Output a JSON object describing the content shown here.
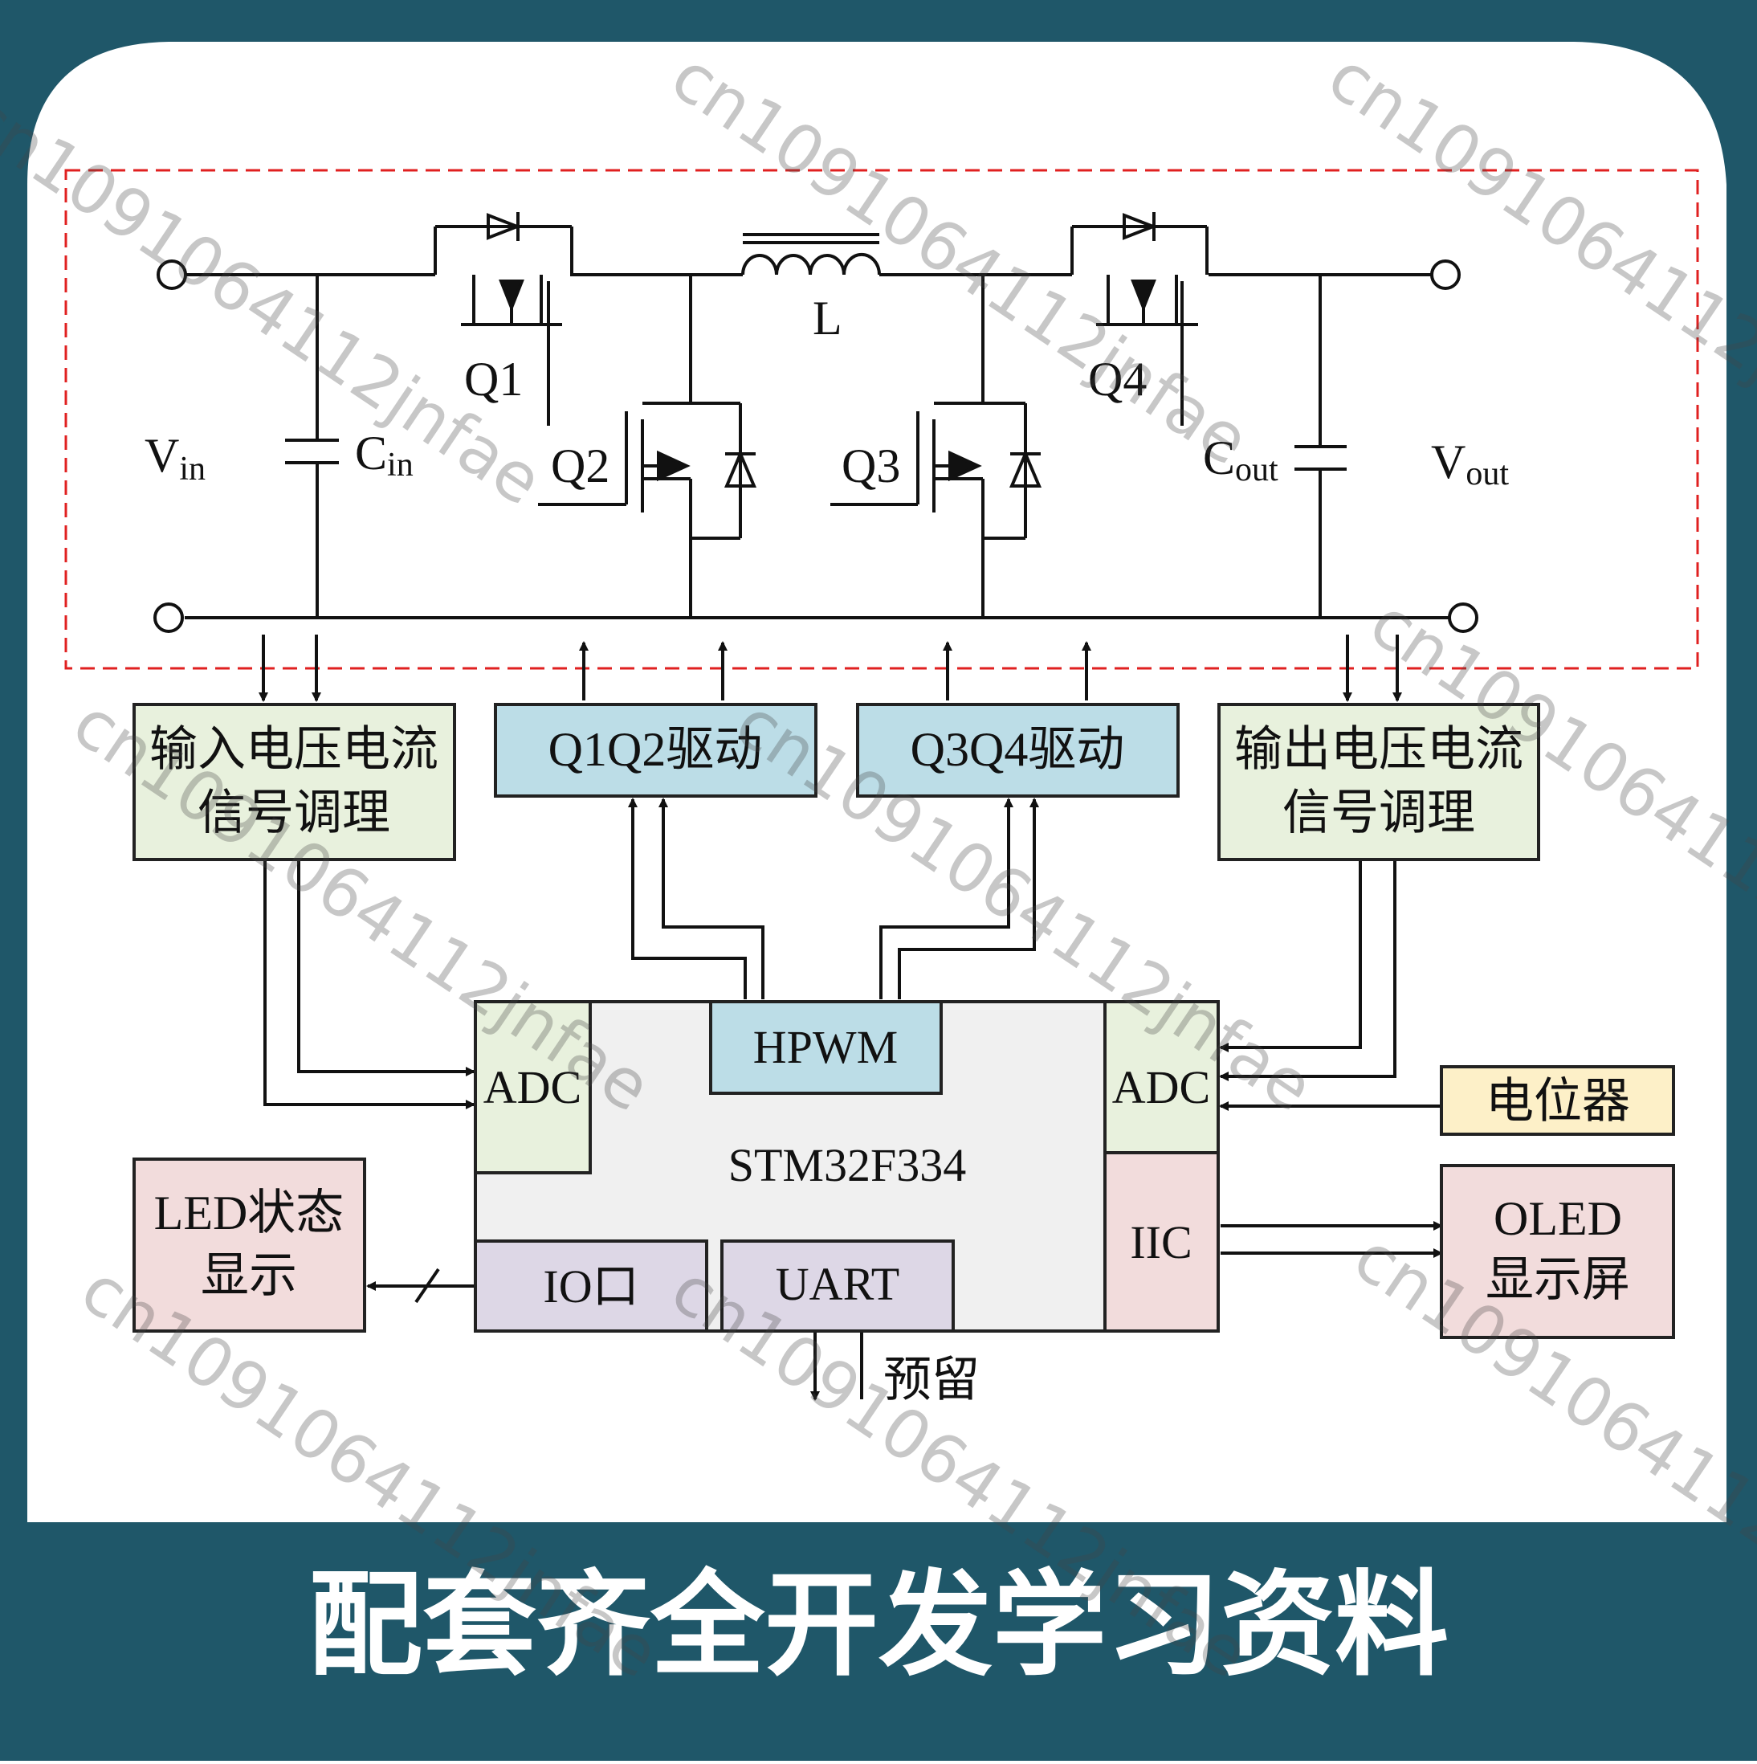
{
  "colors": {
    "frame": "#1f5769",
    "panel": "#ffffff",
    "dashed_boundary": "#e02020",
    "signal_block": "#e8f1dd",
    "driver_block": "#bcdde7",
    "mcu_body": "#f0f0f0",
    "adc_block": "#e8f1dd",
    "hpwm_block": "#bcdde7",
    "io_uart_block": "#ddd7e6",
    "iic_block": "#f2dcdc",
    "pot_block": "#fdf0c8",
    "display_block": "#f2dcdc"
  },
  "circuit": {
    "vin_label": "V",
    "vin_sub": "in",
    "cin_label": "C",
    "cin_sub": "in",
    "inductor_label": "L",
    "q1_label": "Q1",
    "q2_label": "Q2",
    "q3_label": "Q3",
    "q4_label": "Q4",
    "cout_label": "C",
    "cout_sub": "out",
    "vout_label": "V",
    "vout_sub": "out"
  },
  "blocks": {
    "input_conditioning": {
      "line1": "输入电压电流",
      "line2": "信号调理"
    },
    "q1q2_driver": "Q1Q2驱动",
    "q3q4_driver": "Q3Q4驱动",
    "output_conditioning": {
      "line1": "输出电压电流",
      "line2": "信号调理"
    },
    "mcu_name": "STM32F334",
    "adc_left": "ADC",
    "hpwm": "HPWM",
    "adc_right": "ADC",
    "iic": "IIC",
    "io_port": "IO口",
    "uart": "UART",
    "led_status": {
      "line1": "LED状态",
      "line2": "显示"
    },
    "potentiometer": "电位器",
    "oled": {
      "line1": "OLED",
      "line2": "显示屏"
    },
    "reserved": "预留"
  },
  "banner": {
    "text": "配套齐全开发学习资料"
  },
  "watermark": {
    "text": "cn1091064112jnfae"
  }
}
